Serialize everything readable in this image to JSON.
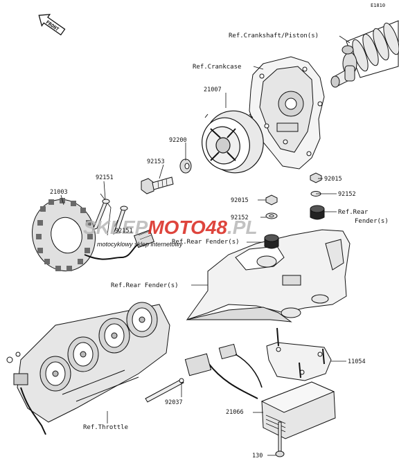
{
  "diagram_code": "E1810",
  "front_label": "FRONT",
  "watermark": {
    "brand_part1": "SKLEP",
    "brand_part2": "MOTO",
    "brand_part3": "48",
    "brand_part4": ".PL",
    "tagline": "motocyklowy sklep internetowy",
    "brand_color": "#d9251c",
    "gray_color": "#b8b8b8"
  },
  "references": {
    "crankshaft": "Ref.Crankshaft/Piston(s)",
    "crankcase": "Ref.Crankcase",
    "rear_fender_right": "Ref.Rear",
    "rear_fender_right_2": "Fender(s)",
    "rear_fender_mid": "Ref.Rear Fender(s)",
    "rear_fender_left": "Ref.Rear Fender(s)",
    "throttle": "Ref.Throttle"
  },
  "parts": {
    "p21007": "21007",
    "p92200": "92200",
    "p92153": "92153",
    "p92151a": "92151",
    "p92151b": "92151",
    "p21003": "21003",
    "p92015a": "92015",
    "p92015b": "92015",
    "p92152a": "92152",
    "p92152b": "92152",
    "p11054": "11054",
    "p92037": "92037",
    "p21066": "21066",
    "p130": "130"
  }
}
